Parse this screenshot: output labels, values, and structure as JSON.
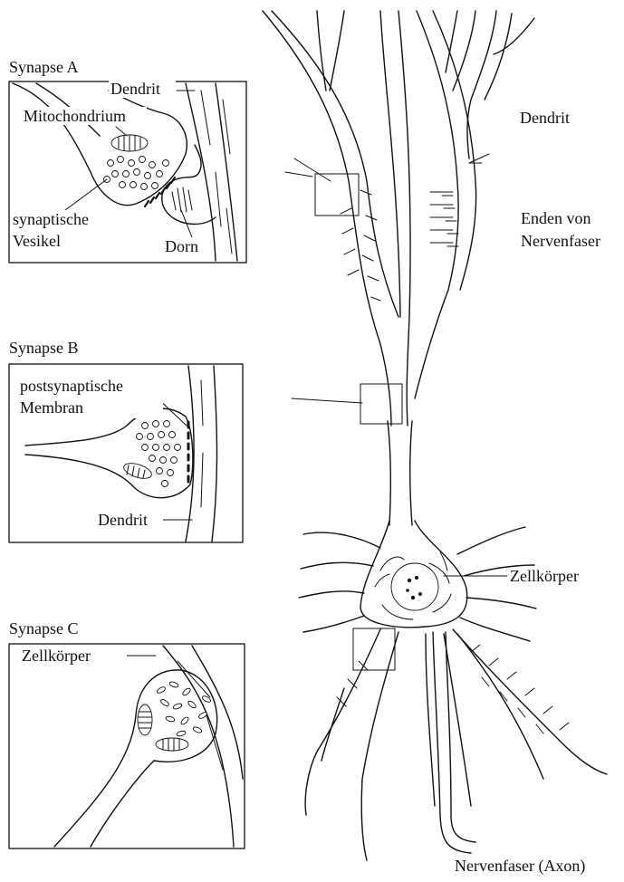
{
  "synapse_a": {
    "title": "Synapse A",
    "dendrit": "Dendrit",
    "mitochondrium": "Mitochondrium",
    "vesikel_line1": "synaptische",
    "vesikel_line2": "Vesikel",
    "dorn": "Dorn"
  },
  "synapse_b": {
    "title": "Synapse B",
    "membran_line1": "postsynaptische",
    "membran_line2": "Membran",
    "dendrit": "Dendrit"
  },
  "synapse_c": {
    "title": "Synapse C",
    "zellkoerper": "Zellkörper"
  },
  "neuron": {
    "dendrit": "Dendrit",
    "enden_line1": "Enden von",
    "enden_line2": "Nervenfaser",
    "zellkoerper": "Zellkörper",
    "axon": "Nervenfaser (Axon)"
  }
}
